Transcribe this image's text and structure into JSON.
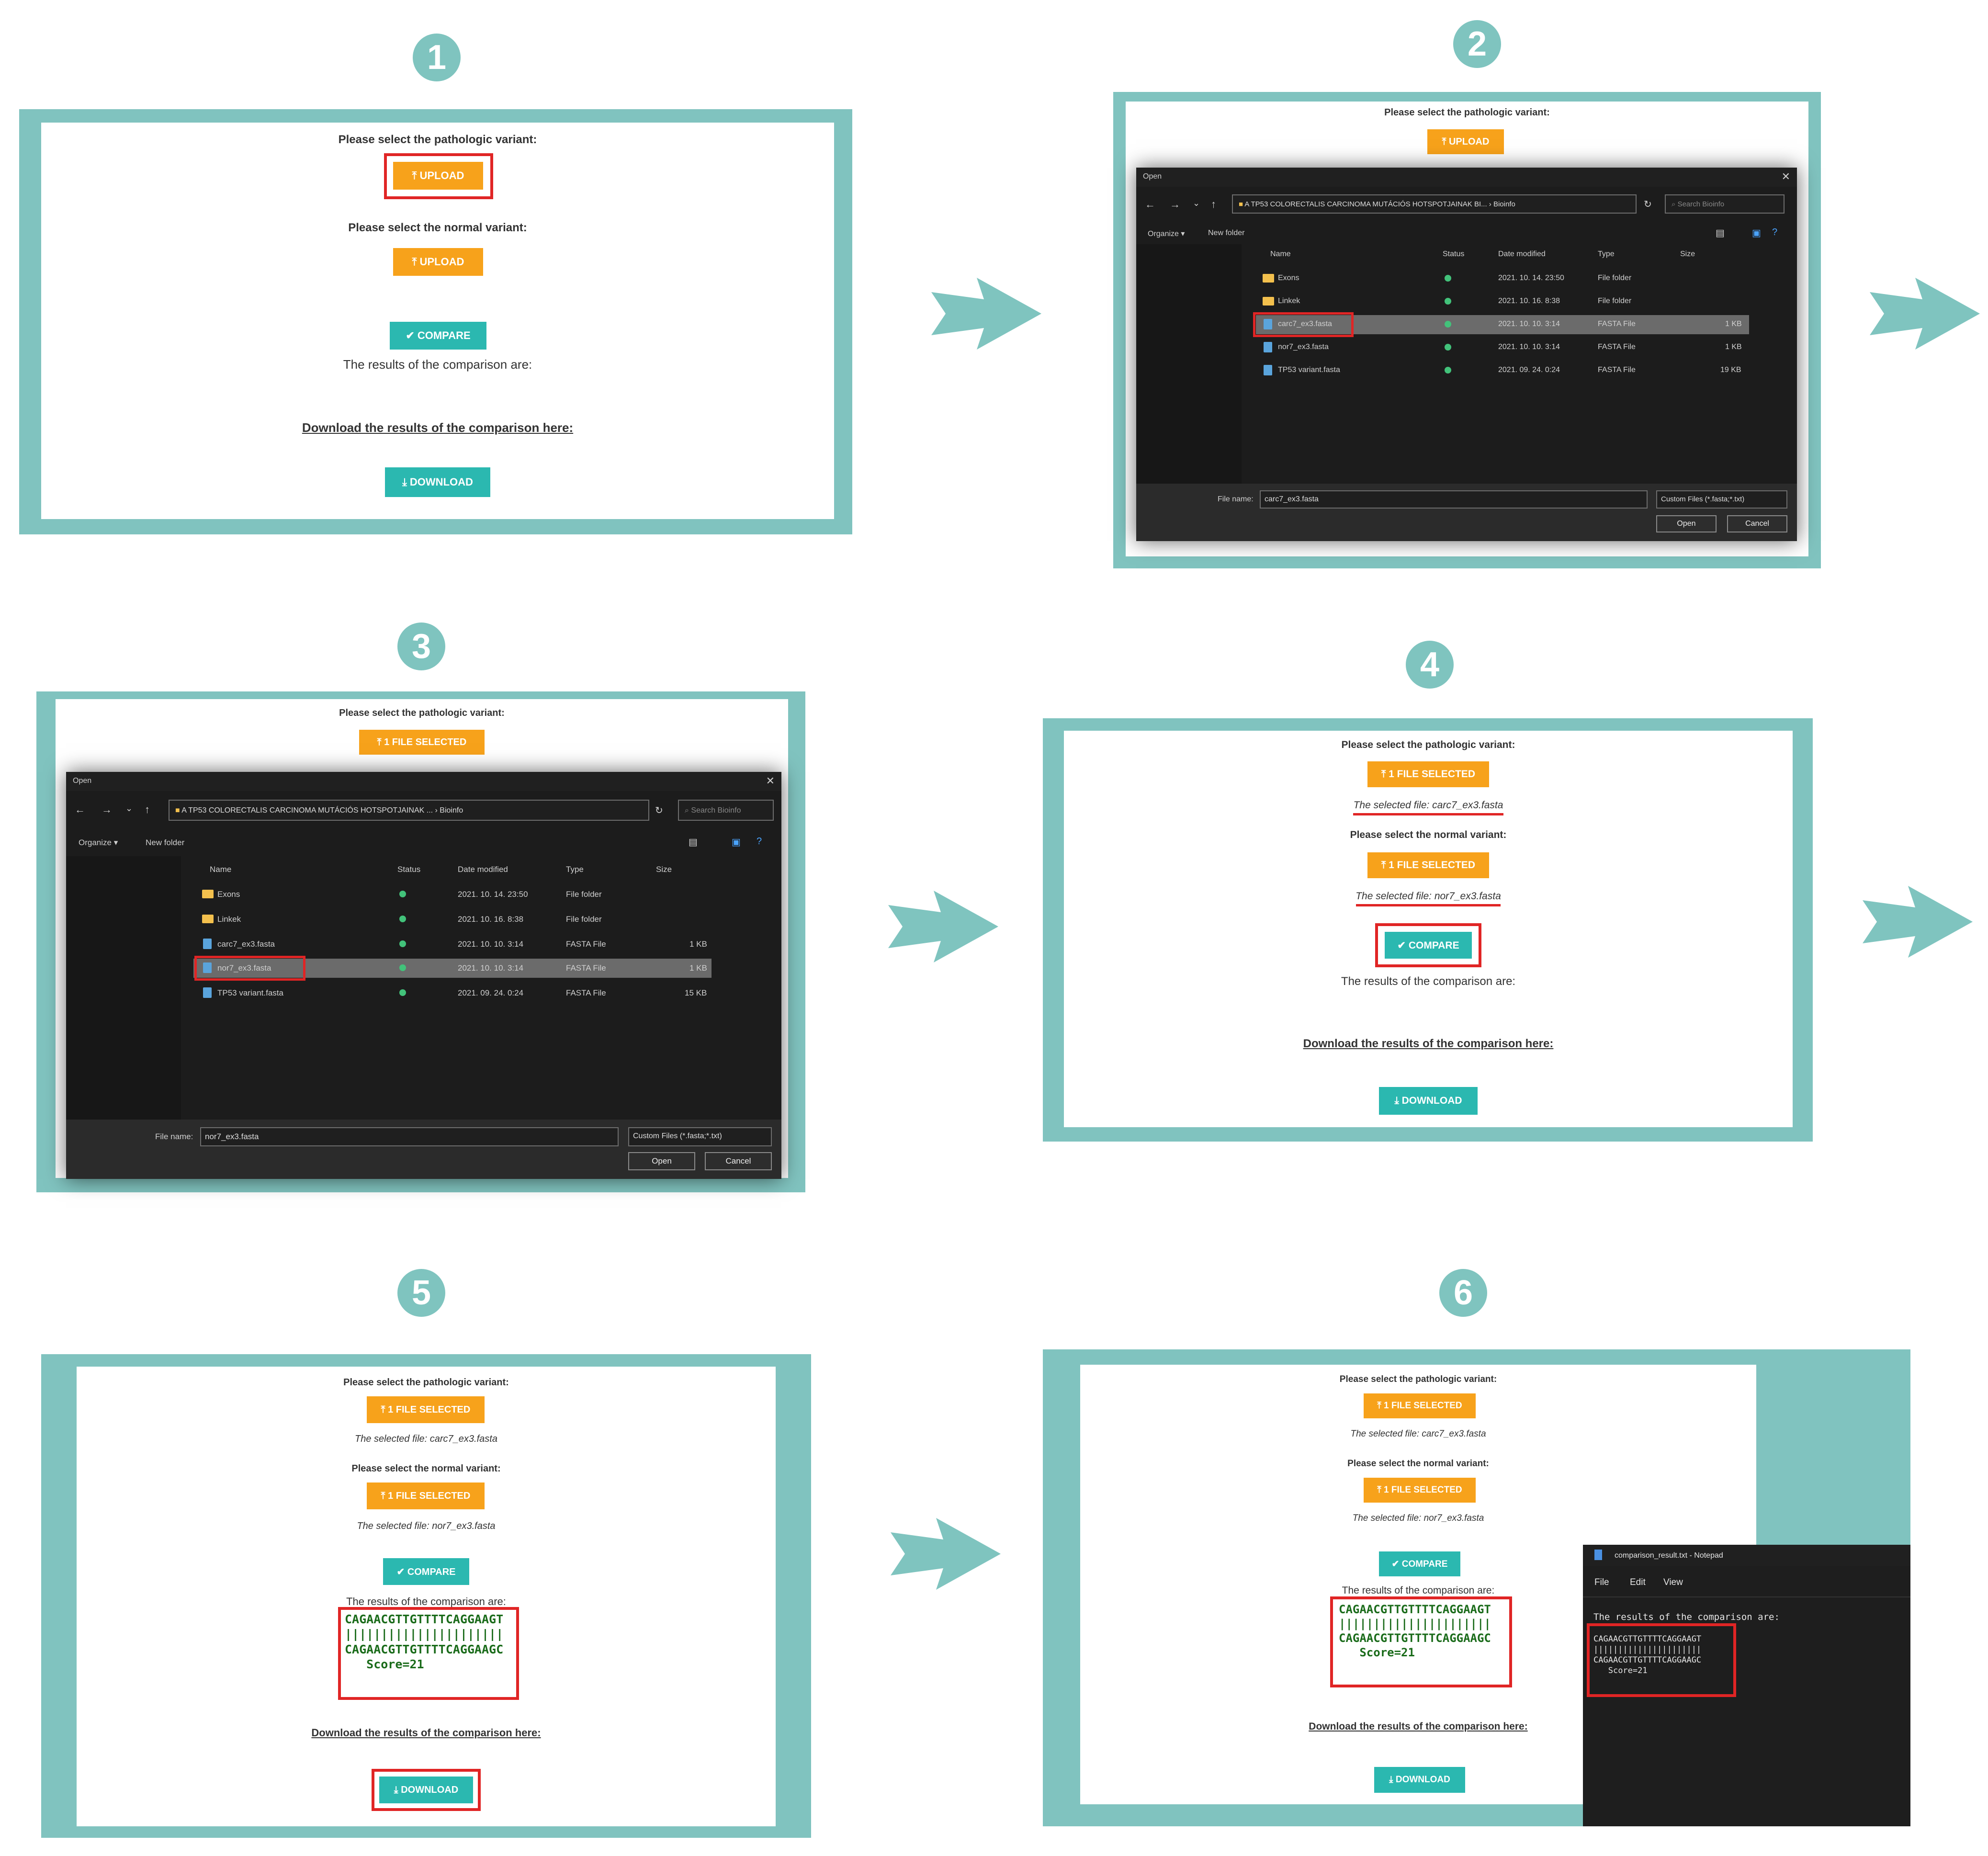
{
  "steps": [
    "1",
    "2",
    "3",
    "4",
    "5",
    "6"
  ],
  "app": {
    "pathologic_label": "Please select the pathologic variant:",
    "normal_label": "Please select the normal variant:",
    "upload": "UPLOAD",
    "file_selected": "1 FILE SELECTED",
    "compare": "COMPARE",
    "results_label": "The results of the comparison are:",
    "download_link": "Download the results of the comparison here:",
    "download": "DOWNLOAD",
    "selected_patho": "The selected file: carc7_ex3.fasta",
    "selected_normal": "The selected file: nor7_ex3.fasta",
    "result_line1": "CAGAACGTTGTTTTCAGGAAGT",
    "result_line2": "||||||||||||||||||||||",
    "result_line3": "CAGAACGTTGTTTTCAGGAAGC",
    "result_score": "Score=21"
  },
  "dialog": {
    "title": "Open",
    "path": "A TP53 COLORECTALIS CARCINOMA MUTÁCIÓS HOTSPOTJAINAK BI...",
    "path3": "A TP53 COLORECTALIS CARCINOMA MUTÁCIÓS HOTSPOTJAINAK ...",
    "path_folder": "Bioinfo",
    "search": "Search Bioinfo",
    "organize": "Organize ▾",
    "new_folder": "New folder",
    "col_name": "Name",
    "col_status": "Status",
    "col_date": "Date modified",
    "col_type": "Type",
    "col_size": "Size",
    "files": [
      {
        "name": "Exons",
        "date": "2021. 10. 14. 23:50",
        "type": "File folder",
        "size": ""
      },
      {
        "name": "Linkek",
        "date": "2021. 10. 16. 8:38",
        "type": "File folder",
        "size": ""
      },
      {
        "name": "carc7_ex3.fasta",
        "date": "2021. 10. 10. 3:14",
        "type": "FASTA File",
        "size": "1 KB"
      },
      {
        "name": "nor7_ex3.fasta",
        "date": "2021. 10. 10. 3:14",
        "type": "FASTA File",
        "size": "1 KB"
      },
      {
        "name": "TP53 variant.fasta",
        "date": "2021. 09. 24. 0:24",
        "type": "FASTA File",
        "size": "19 KB"
      }
    ],
    "size_tp53_alt": "15 KB",
    "file_name_label": "File name:",
    "file_name_2": "carc7_ex3.fasta",
    "file_name_3": "nor7_ex3.fasta",
    "filter": "Custom Files (*.fasta;*.txt)",
    "open": "Open",
    "cancel": "Cancel"
  },
  "notepad": {
    "title": "comparison_result.txt - Notepad",
    "menu_file": "File",
    "menu_edit": "Edit",
    "menu_view": "View",
    "header": "The results of the comparison are:",
    "line1": "CAGAACGTTGTTTTCAGGAAGT",
    "line2": "||||||||||||||||||||||",
    "line3": "CAGAACGTTGTTTTCAGGAAGC",
    "score": "Score=21"
  },
  "colors": {
    "teal_frame": "#80c3bf",
    "orange": "#f7a21b",
    "teal_button": "#2bb8b0",
    "highlight": "#e02525"
  }
}
